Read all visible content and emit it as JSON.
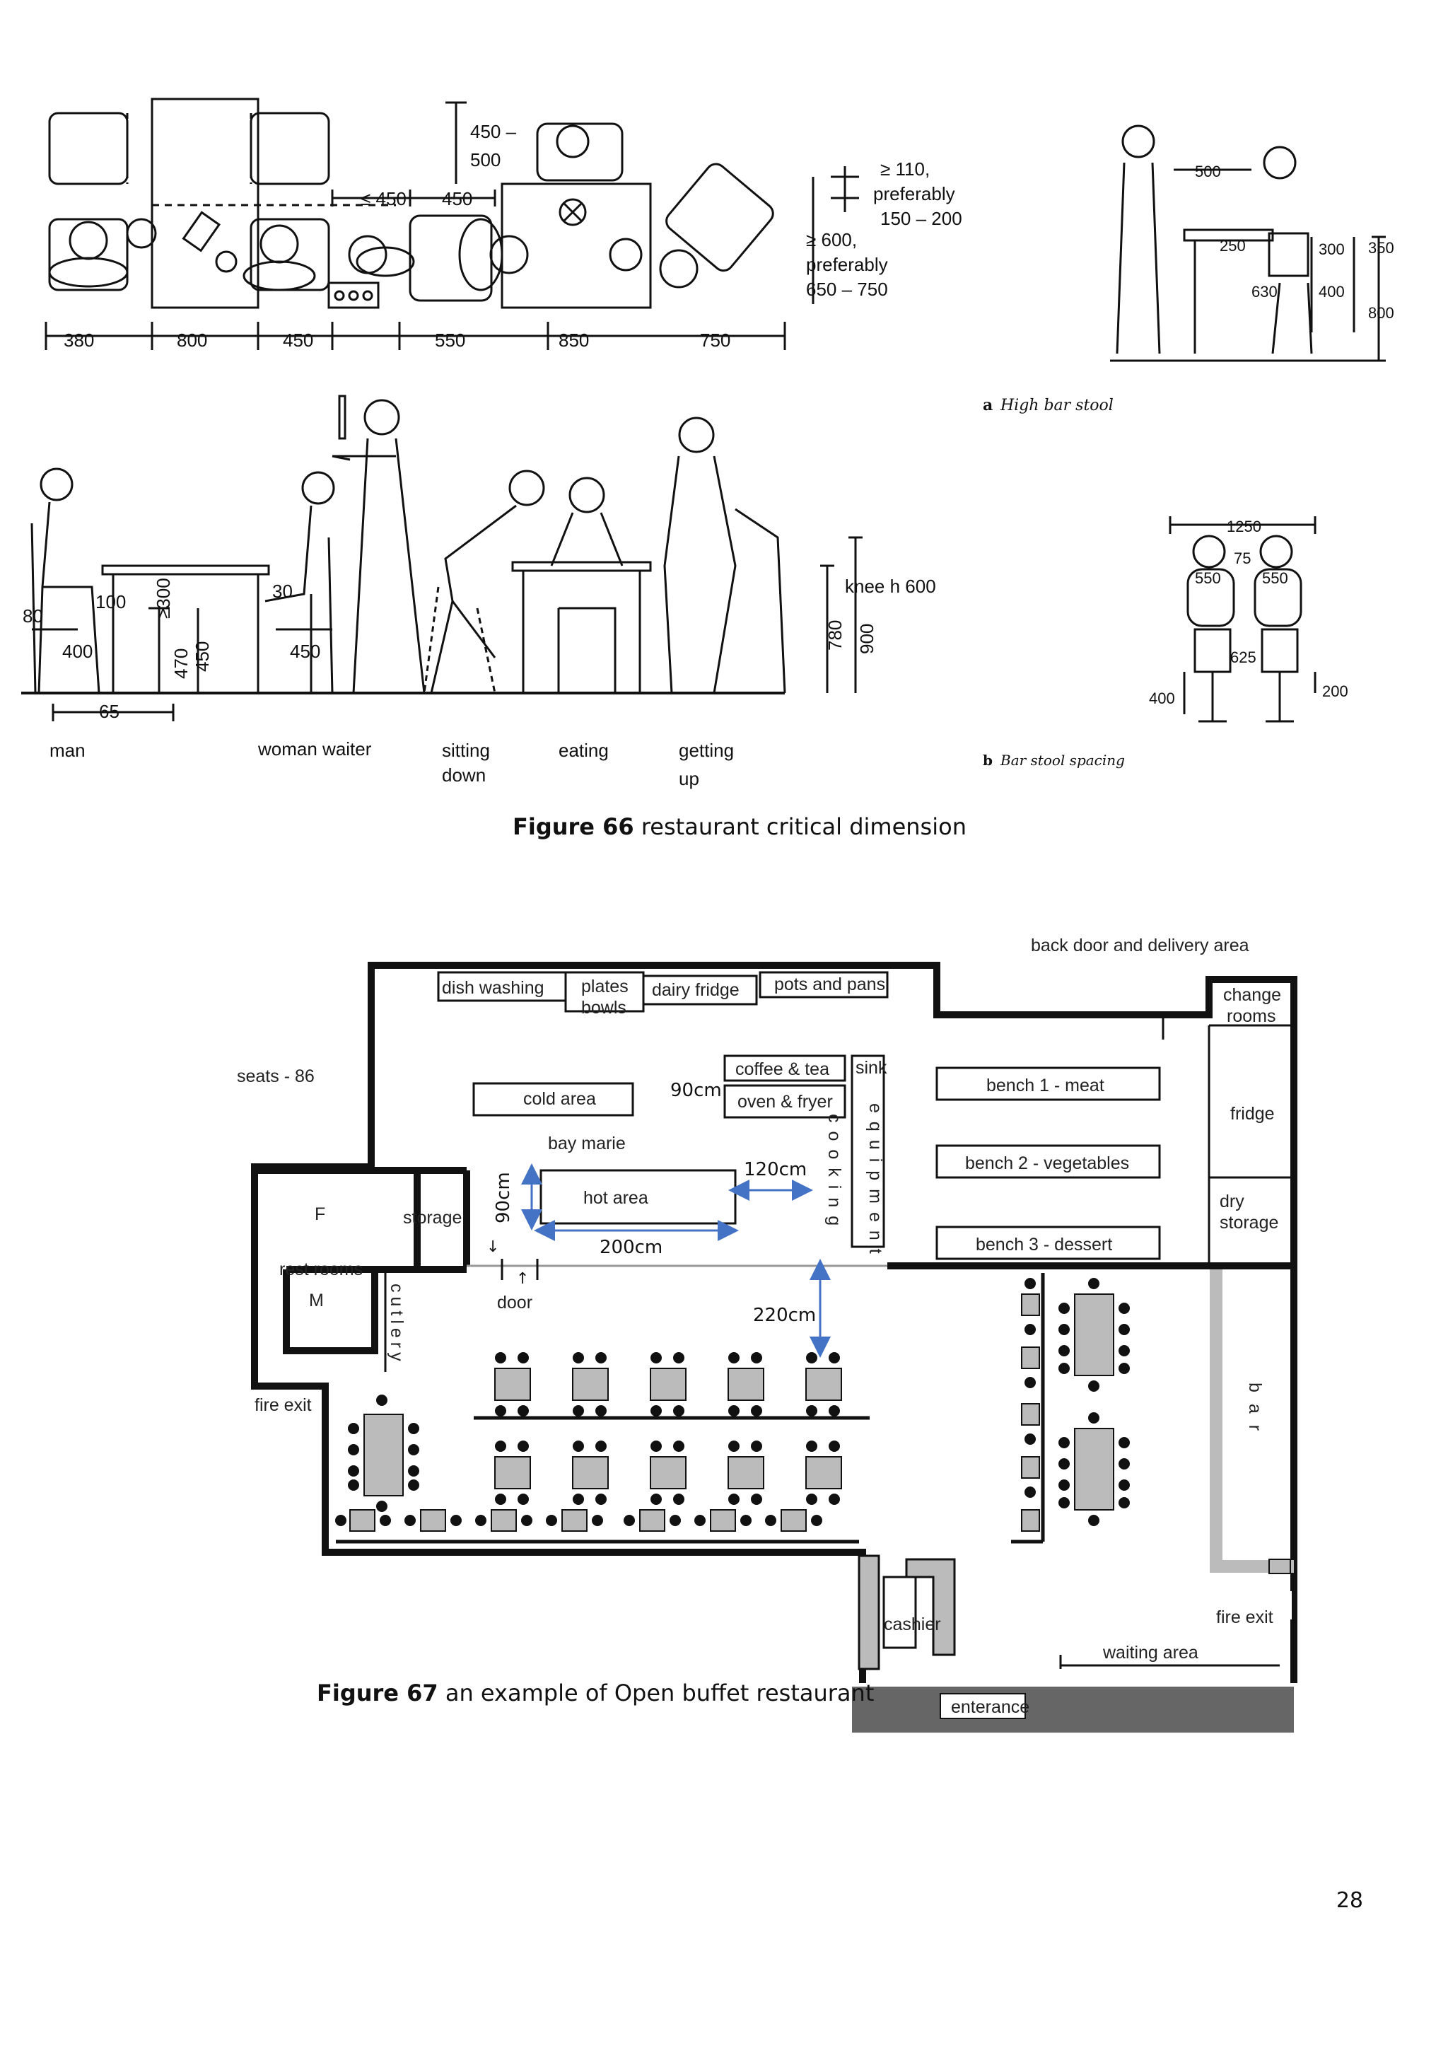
{
  "figure66": {
    "plan_dims": {
      "bottom": [
        "380",
        "800",
        "450",
        "550",
        "850",
        "750"
      ],
      "le450": "≤ 450",
      "d450": "450",
      "d450_500": [
        "450 –",
        "500"
      ],
      "ge110": [
        "≥  110,",
        "preferably",
        "150  –  200"
      ],
      "ge600": [
        "≥ 600,",
        "preferably",
        "650 –  750"
      ]
    },
    "bar_stool_high": {
      "dims": [
        "500",
        "250",
        "630",
        "300",
        "400",
        "350",
        "800"
      ],
      "caption_letter": "a",
      "caption": "High  bar  stool"
    },
    "bar_stool_spacing": {
      "dims": [
        "1250",
        "75",
        "550",
        "550",
        "625",
        "400",
        "200"
      ],
      "caption_letter": "b",
      "caption": "Bar  stool  spacing"
    },
    "elevation": {
      "dims": [
        "80",
        "100",
        "400",
        "≥300",
        "470",
        "450",
        "30",
        "450",
        "65",
        "knee  h  600",
        "780",
        "900"
      ],
      "labels": [
        "man",
        "woman   waiter",
        "sitting",
        "down",
        "eating",
        "getting",
        "up"
      ]
    },
    "caption_bold": "Figure 66",
    "caption_text": " restaurant critical dimension"
  },
  "figure67": {
    "labels": {
      "back_door": "back door and delivery area",
      "dish_washing": "dish washing",
      "plates": "plates",
      "bowls": "bowls",
      "dairy_fridge": "dairy fridge",
      "pots_pans": "pots and pans",
      "change_rooms_1": "change",
      "change_rooms_2": "rooms",
      "seats": "seats - 86",
      "cold_area": "cold area",
      "coffee_tea": "coffee & tea",
      "oven_fryer": "oven & fryer",
      "sink": "sink",
      "bench1": "bench 1 - meat",
      "bench2": "bench 2 - vegetables",
      "bench3": "bench 3 - dessert",
      "fridge": "fridge",
      "dry_storage_1": "dry",
      "dry_storage_2": "storage",
      "bay_marie": "bay marie",
      "hot_area": "hot area",
      "F": "F",
      "storage": "storage",
      "rest_rooms": "rest rooms",
      "M": "M",
      "cutlery": "cutlery",
      "cooking": "cooking",
      "equipment": "equipment",
      "door": "door",
      "fire_exit_left": "fire exit",
      "bar": "bar",
      "cashier": "cashier",
      "fire_exit_right": "fire exit",
      "waiting_area": "waiting area",
      "enterance": "enterance"
    },
    "dims": {
      "d90_top": "90cm",
      "d120": "120cm",
      "d90_side": "90cm",
      "d200": "200cm",
      "d220": "220cm"
    },
    "caption_bold": "Figure 67",
    "caption_text": " an example of Open buffet restaurant"
  },
  "page_number": "28",
  "colors": {
    "arrow": "#4472c4",
    "wall": "#111111",
    "bar": "#bbbbbb",
    "entrance": "#666666"
  }
}
